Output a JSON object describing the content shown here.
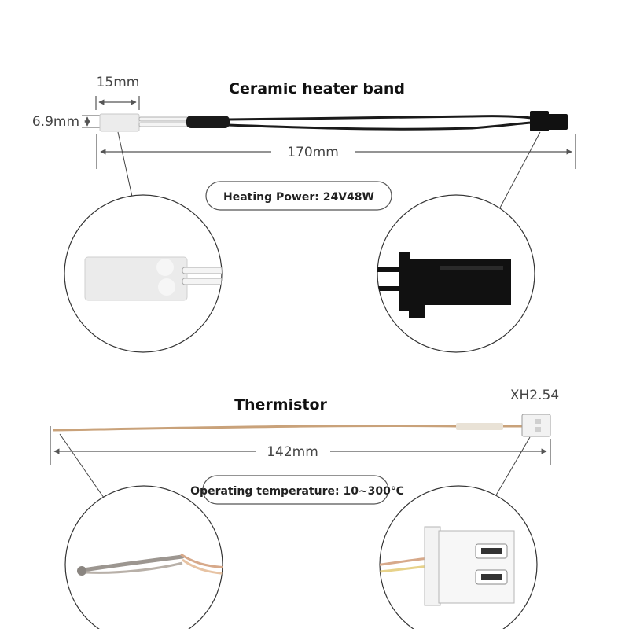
{
  "heater": {
    "title": "Ceramic heater band",
    "width_label": "15mm",
    "height_label": "6.9mm",
    "length_label": "170mm",
    "spec_label": "Heating Power: 24V48W"
  },
  "thermistor": {
    "title": "Thermistor",
    "connector_label": "XH2.54",
    "length_label": "142mm",
    "spec_label": "Operating temperature: 10~300℃"
  },
  "colors": {
    "cable_black": "#1a1a1a",
    "ceramic": "#eeeeee",
    "thermistor_wire": "#c9a27a",
    "dimension_line": "#555555",
    "circle_stroke": "#333333"
  }
}
